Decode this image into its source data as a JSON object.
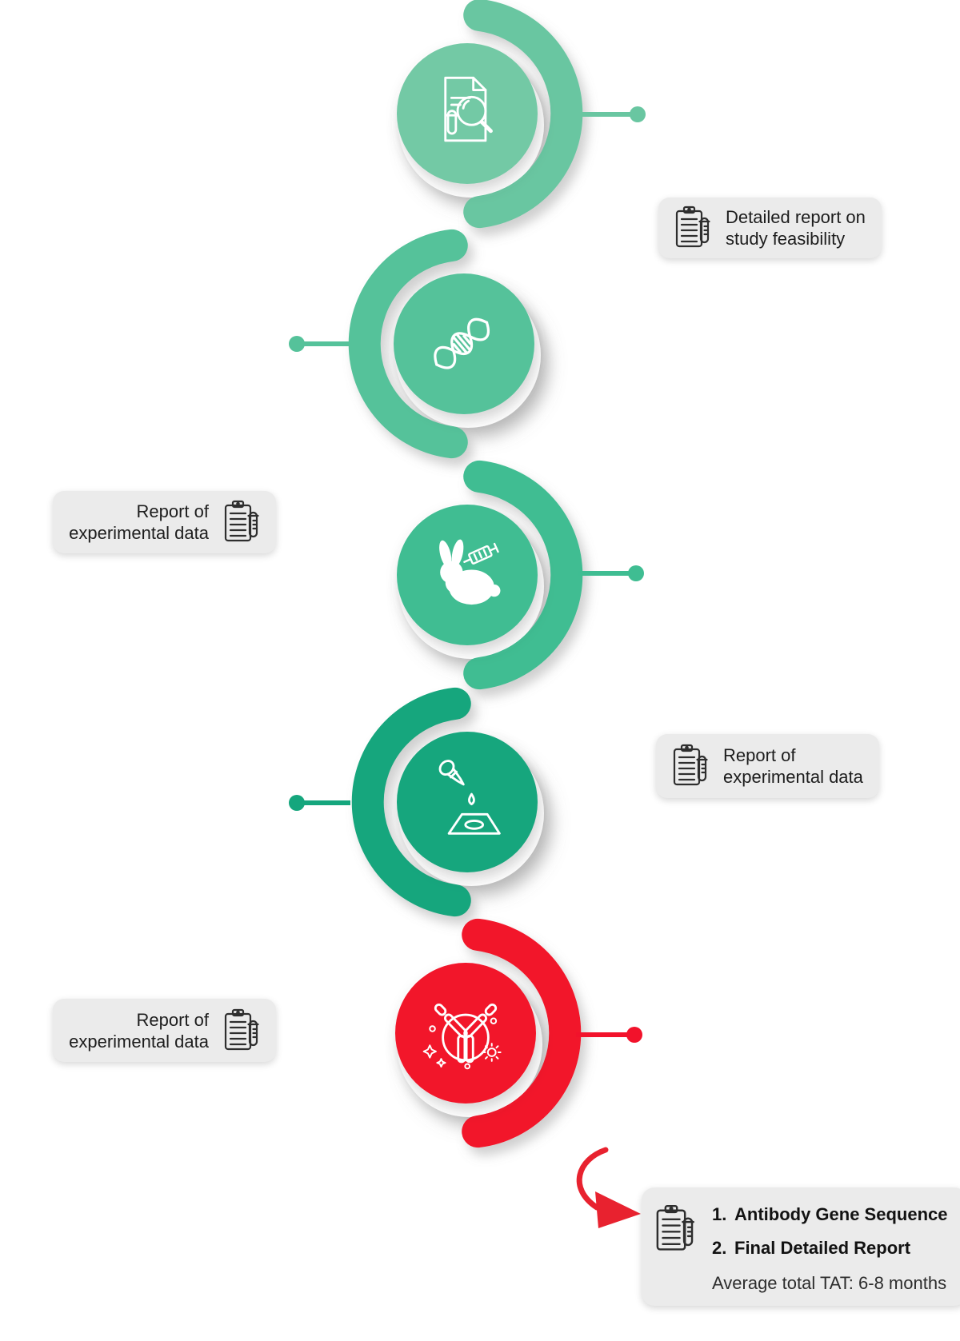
{
  "steps": [
    {
      "icon": "document-analysis-icon",
      "circle_color": "#73C9A5",
      "arc_color": "#69C6A1"
    },
    {
      "icon": "dna-icon",
      "circle_color": "#55C29A",
      "arc_color": "#55C29A"
    },
    {
      "icon": "rabbit-syringe-icon",
      "circle_color": "#3FBD92",
      "arc_color": "#3FBD92"
    },
    {
      "icon": "dropper-test-icon",
      "circle_color": "#15A67D",
      "arc_color": "#15A67D"
    },
    {
      "icon": "antibody-icon",
      "circle_color": "#F2122B",
      "arc_color": "#F2122B"
    }
  ],
  "callouts": [
    {
      "position": "right",
      "icon": "clipboard-report-icon",
      "line1": "Detailed report on",
      "line2": "study feasibility"
    },
    {
      "position": "left",
      "icon": "clipboard-report-icon",
      "line1": "Report of",
      "line2": "experimental data"
    },
    {
      "position": "right",
      "icon": "clipboard-report-icon",
      "line1": "Report of",
      "line2": "experimental data"
    },
    {
      "position": "left",
      "icon": "clipboard-report-icon",
      "line1": "Report of",
      "line2": "experimental data"
    }
  ],
  "final_callout": {
    "icon": "clipboard-report-icon",
    "arrow_color": "#E8222F",
    "items": [
      {
        "num": "1.",
        "text": "Antibody Gene Sequence"
      },
      {
        "num": "2.",
        "text": "Final Detailed Report"
      }
    ],
    "note": "Average total TAT: 6-8 months"
  },
  "colors": {
    "callout_bg": "#EBEBEB",
    "text": "#1D1D1D",
    "icon_stroke_on_circle": "#FFFFFF",
    "clipboard_stroke": "#2E2E2E"
  }
}
